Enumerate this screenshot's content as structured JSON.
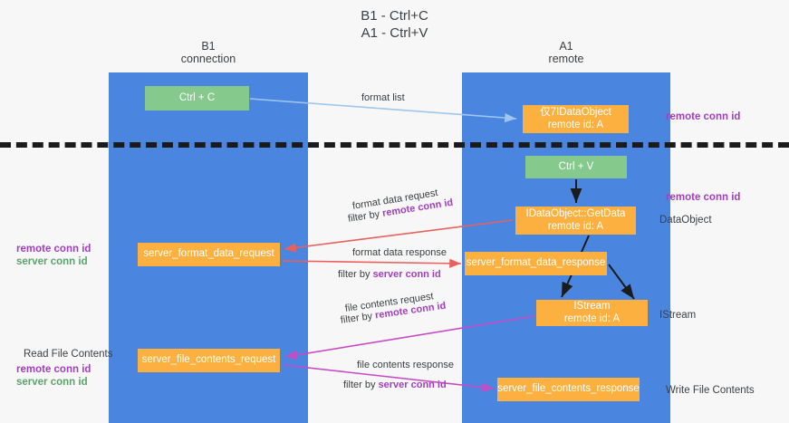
{
  "title": {
    "line1": "B1 - Ctrl+C",
    "line2": "A1 - Ctrl+V"
  },
  "columns": [
    {
      "id": "b1",
      "name": "B1",
      "subtitle": "connection"
    },
    {
      "id": "a1",
      "name": "A1",
      "subtitle": "remote"
    }
  ],
  "nodes": [
    {
      "id": "ctrl-c",
      "label": "Ctrl + C",
      "sub": "",
      "color": "#85ca8c",
      "column": "b1"
    },
    {
      "id": "dataobject",
      "label": "仅7IDataObject",
      "sub": "remote id: A",
      "color": "#fbb040",
      "column": "a1"
    },
    {
      "id": "ctrl-v",
      "label": "Ctrl + V",
      "sub": "",
      "color": "#85ca8c",
      "column": "a1"
    },
    {
      "id": "getdata",
      "label": "IDataObject::GetData",
      "sub": "remote id: A",
      "color": "#fbb040",
      "column": "a1"
    },
    {
      "id": "sfd-req",
      "label": "server_format_data_request",
      "sub": "",
      "color": "#fbb040",
      "column": "b1"
    },
    {
      "id": "sfd-resp",
      "label": "server_format_data_response",
      "sub": "",
      "color": "#fbb040",
      "column": "a1"
    },
    {
      "id": "istream",
      "label": "IStream",
      "sub": "remote id: A",
      "color": "#fbb040",
      "column": "a1"
    },
    {
      "id": "sfc-req",
      "label": "server_file_contents_request",
      "sub": "",
      "color": "#fbb040",
      "column": "b1"
    },
    {
      "id": "sfc-resp",
      "label": "server_file_contents_response",
      "sub": "",
      "color": "#fbb040",
      "column": "a1"
    }
  ],
  "edge_labels": {
    "format_list": "format list",
    "format_data_request": "format data request",
    "format_data_request_filter_prefix": "filter by ",
    "format_data_request_filter_key": "remote conn id",
    "format_data_response": "format data response",
    "format_data_response_filter_prefix": "filter by ",
    "format_data_response_filter_key": "server conn id",
    "file_contents_request": "file contents request",
    "file_contents_request_filter_prefix": "filter by ",
    "file_contents_request_filter_key": "remote conn id",
    "file_contents_response": "file contents response",
    "file_contents_response_filter_prefix": "filter by ",
    "file_contents_response_filter_key": "server conn id"
  },
  "side_labels": {
    "remote_conn_id_top": "remote conn id",
    "remote_conn_id_mid": "remote conn id",
    "dataobject": "DataObject",
    "istream": "IStream",
    "write_file_contents": "Write File Contents",
    "read_file_contents": "Read File Contents",
    "left_remote_conn_id_a": "remote conn id",
    "left_server_conn_id_a": "server conn id",
    "left_remote_conn_id_b": "remote conn id",
    "left_server_conn_id_b": "server conn id"
  },
  "colors": {
    "column": "#4a86e0",
    "green_node": "#85ca8c",
    "orange_node": "#fbb040",
    "remote_conn": "#a23fbf",
    "server_conn": "#5aa469",
    "arrow_blue": "#9ec6ef",
    "arrow_red": "#e8615d",
    "arrow_magenta": "#c64cc6",
    "arrow_black": "#1b1b1b",
    "background": "#f7f7f7"
  }
}
